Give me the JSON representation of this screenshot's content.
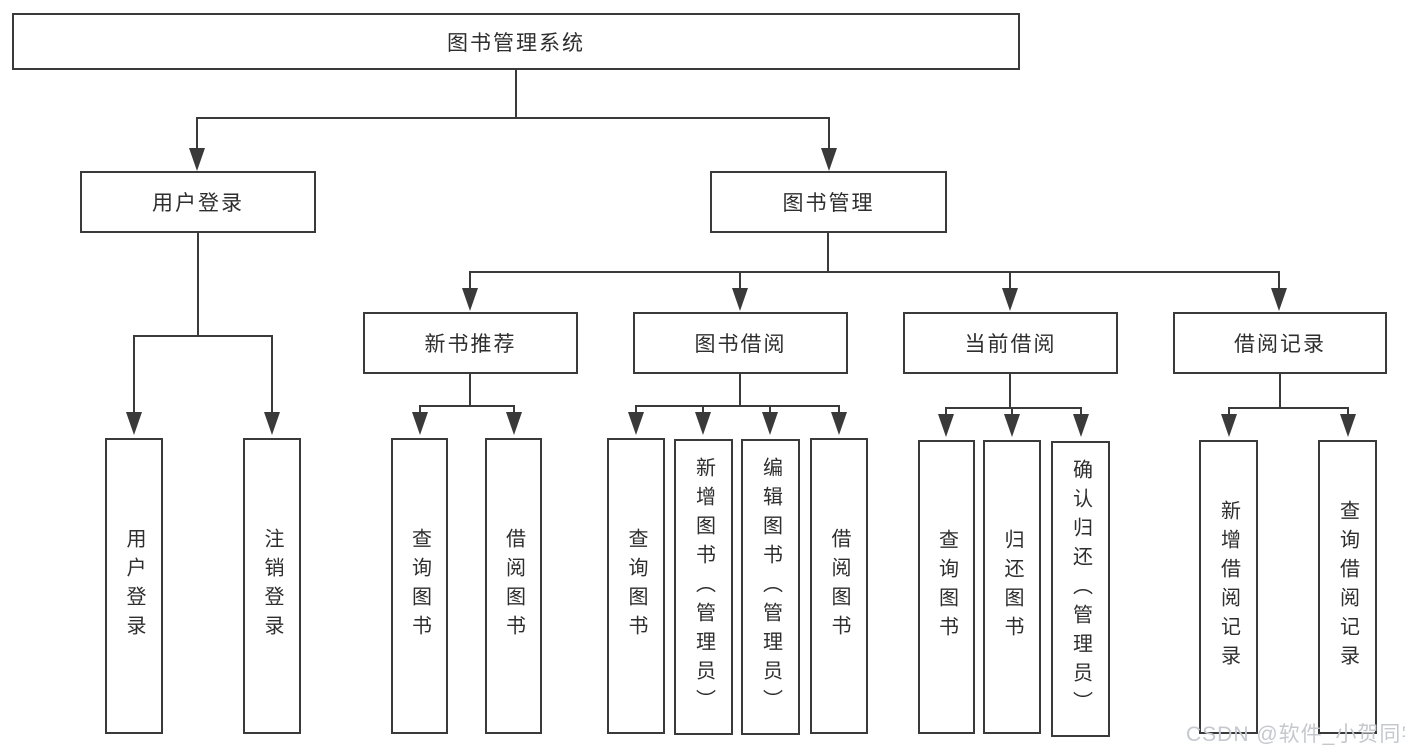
{
  "nodes": {
    "root": {
      "label": "图书管理系统"
    },
    "user_login": {
      "label": "用户登录"
    },
    "book_management": {
      "label": "图书管理"
    },
    "new_book_recommend": {
      "label": "新书推荐"
    },
    "book_borrow": {
      "label": "图书借阅"
    },
    "current_borrow": {
      "label": "当前借阅"
    },
    "borrow_record": {
      "label": "借阅记录"
    }
  },
  "leaves": {
    "user_login": {
      "label": "用户登录"
    },
    "logout": {
      "label": "注销登录"
    },
    "recommend_query_book": {
      "label": "查询图书"
    },
    "recommend_borrow_book": {
      "label": "借阅图书"
    },
    "borrow_query_book": {
      "label": "查询图书"
    },
    "borrow_add_book_admin": {
      "label": "新增图书（管理员）"
    },
    "borrow_edit_book_admin": {
      "label": "编辑图书（管理员）"
    },
    "borrow_borrow_book": {
      "label": "借阅图书"
    },
    "current_query_book": {
      "label": "查询图书"
    },
    "current_return_book": {
      "label": "归还图书"
    },
    "current_confirm_return_admin": {
      "label": "确认归还（管理员）"
    },
    "record_add_record": {
      "label": "新增借阅记录"
    },
    "record_query_record": {
      "label": "查询借阅记录"
    }
  },
  "watermark": {
    "text": "CSDN @软件_小贺同学"
  },
  "colors": {
    "line": "#3a3a3a",
    "text": "#2e2e2e",
    "watermark": "#c5c8ce",
    "background": "#ffffff"
  }
}
